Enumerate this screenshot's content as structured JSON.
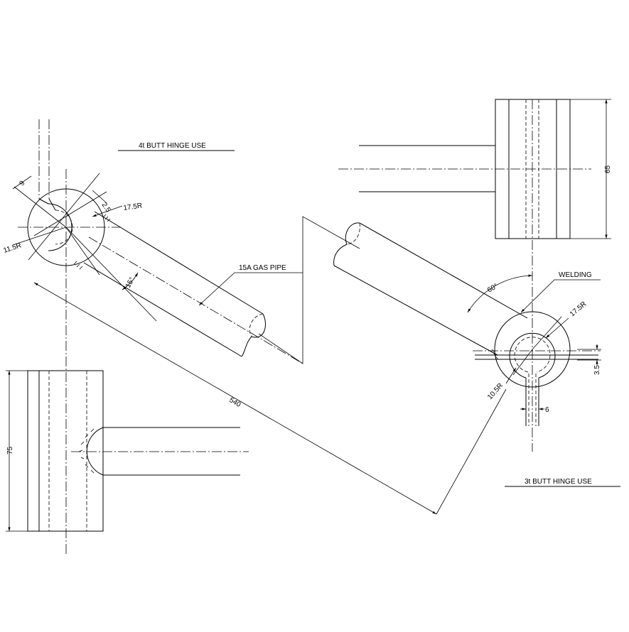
{
  "labels": {
    "hinge_4t": "4t BUTT HINGE USE",
    "hinge_3t": "3t BUTT HINGE USE",
    "gas_pipe": "15A GAS PIPE",
    "welding": "WELDING"
  },
  "dimensions": {
    "d_9": "9",
    "d_2_5": "2.5",
    "r_17_5_left": "17.5R",
    "r_11_5": "11.5R",
    "a_15": "15°",
    "d_540": "540",
    "a_60": "60°",
    "r_17_5_right": "17.5R",
    "r_10_5": "10.5R",
    "d_3_5": "3.5",
    "d_6": "6",
    "d_65": "65",
    "d_75": "75"
  }
}
